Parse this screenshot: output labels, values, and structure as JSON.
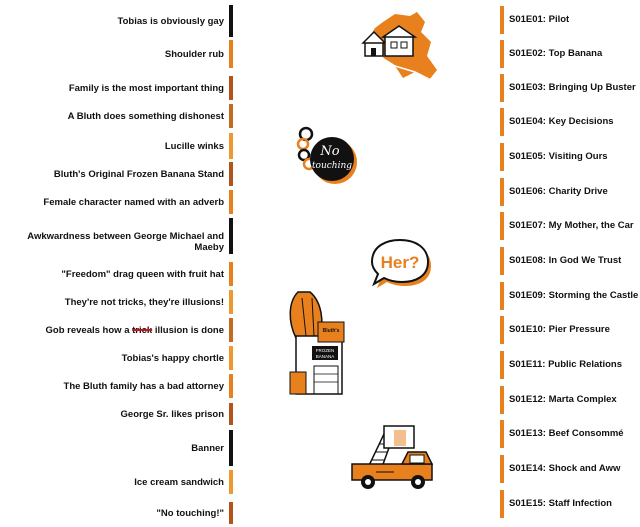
{
  "motifs": [
    {
      "pre": "Tobias is obviously gay",
      "strike": "",
      "post": "",
      "color": "#111111"
    },
    {
      "pre": "Shoulder rub",
      "strike": "",
      "post": "",
      "color": "#e8801e"
    },
    {
      "pre": "Family is the most important thing",
      "strike": "",
      "post": "",
      "color": "#b4541c"
    },
    {
      "pre": "A Bluth does something dishonest",
      "strike": "",
      "post": "",
      "color": "#c46b22"
    },
    {
      "pre": "Lucille winks",
      "strike": "",
      "post": "",
      "color": "#f0972e"
    },
    {
      "pre": "Bluth's Original Frozen Banana Stand",
      "strike": "",
      "post": "",
      "color": "#b4541c"
    },
    {
      "pre": "Female character named with an adverb",
      "strike": "",
      "post": "",
      "color": "#e8801e"
    },
    {
      "pre": "Awkwardness between George Michael and Maeby",
      "strike": "",
      "post": "",
      "color": "#111111"
    },
    {
      "pre": "\"Freedom\" drag queen with fruit hat",
      "strike": "",
      "post": "",
      "color": "#e8801e"
    },
    {
      "pre": "They're not tricks, they're illusions!",
      "strike": "",
      "post": "",
      "color": "#f0972e"
    },
    {
      "pre": "Gob reveals how a ",
      "strike": "trick",
      "post": " illusion is done",
      "color": "#c46b22"
    },
    {
      "pre": "Tobias's happy chortle",
      "strike": "",
      "post": "",
      "color": "#f0972e"
    },
    {
      "pre": "The Bluth family has a bad attorney",
      "strike": "",
      "post": "",
      "color": "#e8801e"
    },
    {
      "pre": "George Sr. likes prison",
      "strike": "",
      "post": "",
      "color": "#b4541c"
    },
    {
      "pre": "Banner",
      "strike": "",
      "post": "",
      "color": "#111111"
    },
    {
      "pre": "Ice cream sandwich",
      "strike": "",
      "post": "",
      "color": "#f0972e"
    },
    {
      "pre": "\"No touching!\"",
      "strike": "",
      "post": "",
      "color": "#b4541c"
    }
  ],
  "episodes": [
    "S01E01: Pilot",
    "S01E02: Top Banana",
    "S01E03: Bringing Up Buster",
    "S01E04: Key Decisions",
    "S01E05: Visiting Ours",
    "S01E06: Charity Drive",
    "S01E07: My Mother, the Car",
    "S01E08: In God We Trust",
    "S01E09: Storming the Castle",
    "S01E10: Pier Pressure",
    "S01E11: Public Relations",
    "S01E12: Marta Complex",
    "S01E13: Beef Consommé",
    "S01E14: Shock and Aww",
    "S01E15: Staff Infection"
  ],
  "illustrations": {
    "speech_bubble_text": "Her?",
    "no_touching_line1": "No",
    "no_touching_line2": "touching",
    "banana_stand_sign": "FROZEN",
    "banana_stand_sub": "BANANA",
    "banana_stand_header": "Bluth's"
  },
  "colors": {
    "orange": "#e8801e",
    "dark_orange": "#b4541c",
    "black": "#111111"
  }
}
